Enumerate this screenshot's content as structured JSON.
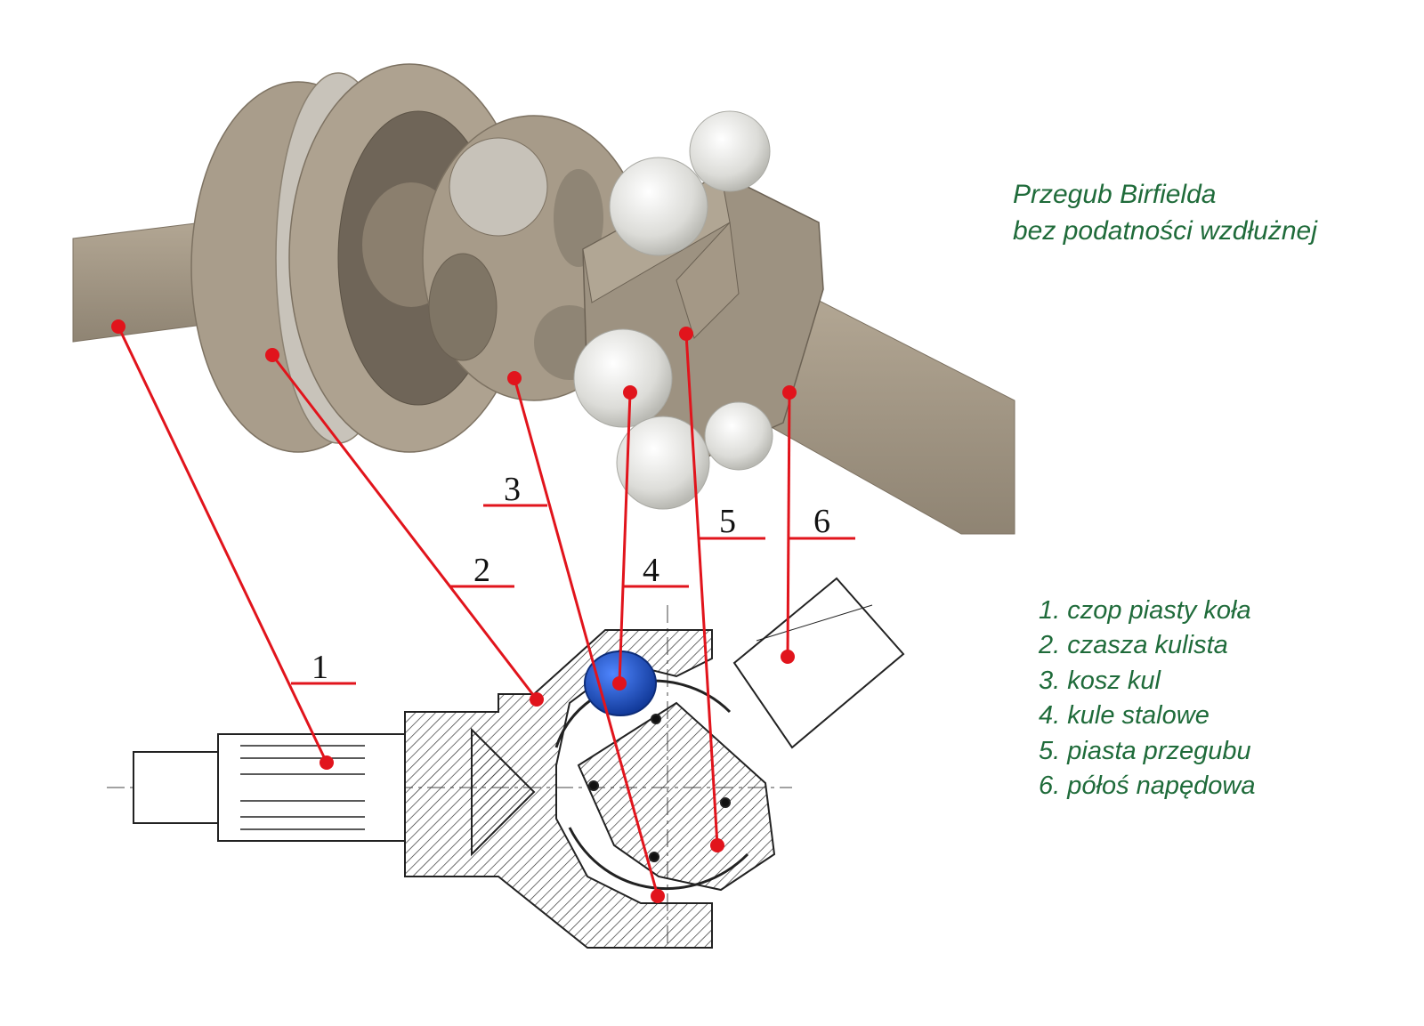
{
  "title": {
    "line1": "Przegub Birfielda",
    "line2": "bez podatności wzdłużnej"
  },
  "legend": [
    "1. czop piasty koła",
    "2. czasza kulista",
    "3. kosz kul",
    "4. kule stalowe",
    "5. piasta przegubu",
    "6. półoś napędowa"
  ],
  "callouts": [
    "1",
    "2",
    "3",
    "4",
    "5",
    "6"
  ],
  "colors": {
    "callout_line": "#e1141c",
    "text_green": "#1f6b3a",
    "part_metal": "#a89a88",
    "ball": "#e9e9e7",
    "ball_highlight": "#1f4fbf"
  }
}
